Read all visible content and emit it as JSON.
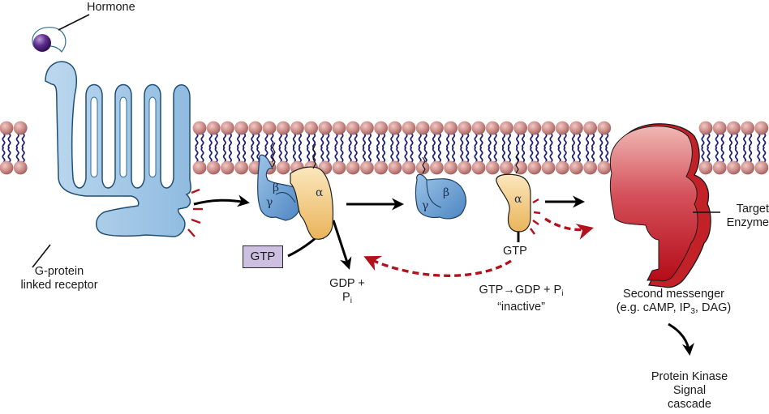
{
  "figure": {
    "title": "G-protein coupled receptor signaling",
    "colors": {
      "receptor_fill": "#a9cbe6",
      "receptor_edge": "#2f6e9c",
      "hormone": "#4b1f7a",
      "lipid_head": "#c98a86",
      "lipid_tail": "#1f1f7a",
      "alpha_subunit": "#f2cc80",
      "beta_gamma_subunit": "#6fa3d6",
      "target_enzyme": "#c0141c",
      "gtp_box": "#cdbfe0",
      "inactivation_arrow": "#b3121c",
      "activation_arrow": "#000000"
    }
  },
  "labels": {
    "hormone": "Hormone",
    "receptor_line1": "G-protein",
    "receptor_line2": "linked receptor",
    "gtp_box": "GTP",
    "gdp_release_line1": "GDP +",
    "gdp_release_line2_main": "P",
    "gdp_release_line2_sub": "i",
    "alpha_gtp": "GTP",
    "hydrolysis_line1_main": "GTP→GDP + P",
    "hydrolysis_line1_sub": "i",
    "hydrolysis_line2": "“inactive”",
    "target_line1": "Target",
    "target_line2": "Enzyme",
    "second_messenger_line1": "Second messenger",
    "second_messenger_line2_a": "(e.g. cAMP, IP",
    "second_messenger_line2_sub": "3",
    "second_messenger_line2_b": ", DAG)",
    "cascade_line1": "Protein Kinase",
    "cascade_line2": "Signal",
    "cascade_line3": "cascade"
  },
  "subunits": {
    "alpha": "α",
    "beta": "β",
    "gamma": "γ"
  }
}
